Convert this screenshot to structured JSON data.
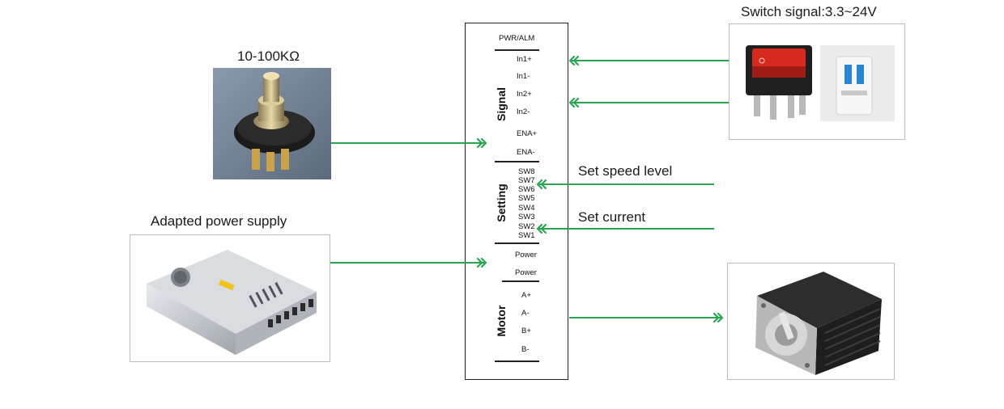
{
  "captions": {
    "potentiometer": "10-100KΩ",
    "power_supply": "Adapted power supply",
    "switch_signal": "Switch signal:3.3~24V"
  },
  "driver": {
    "top_label": "PWR/ALM",
    "groups": [
      {
        "name": "Signal",
        "pins": [
          "In1+",
          "In1-",
          "In2+",
          "In2-",
          "ENA+",
          "ENA-"
        ]
      },
      {
        "name": "Setting",
        "pins": [
          "SW8",
          "SW7",
          "SW6",
          "SW5",
          "SW4",
          "SW3",
          "SW2",
          "SW1"
        ]
      },
      {
        "name": "",
        "pins": [
          "Power",
          "Power"
        ]
      },
      {
        "name": "Motor",
        "pins": [
          "A+",
          "A-",
          "B+",
          "B-"
        ]
      }
    ]
  },
  "annotations": {
    "speed": "Set speed level",
    "current": "Set current"
  },
  "colors": {
    "wire": "#2aa552",
    "frame": "#bdbdbd",
    "driver_border": "#222222"
  }
}
